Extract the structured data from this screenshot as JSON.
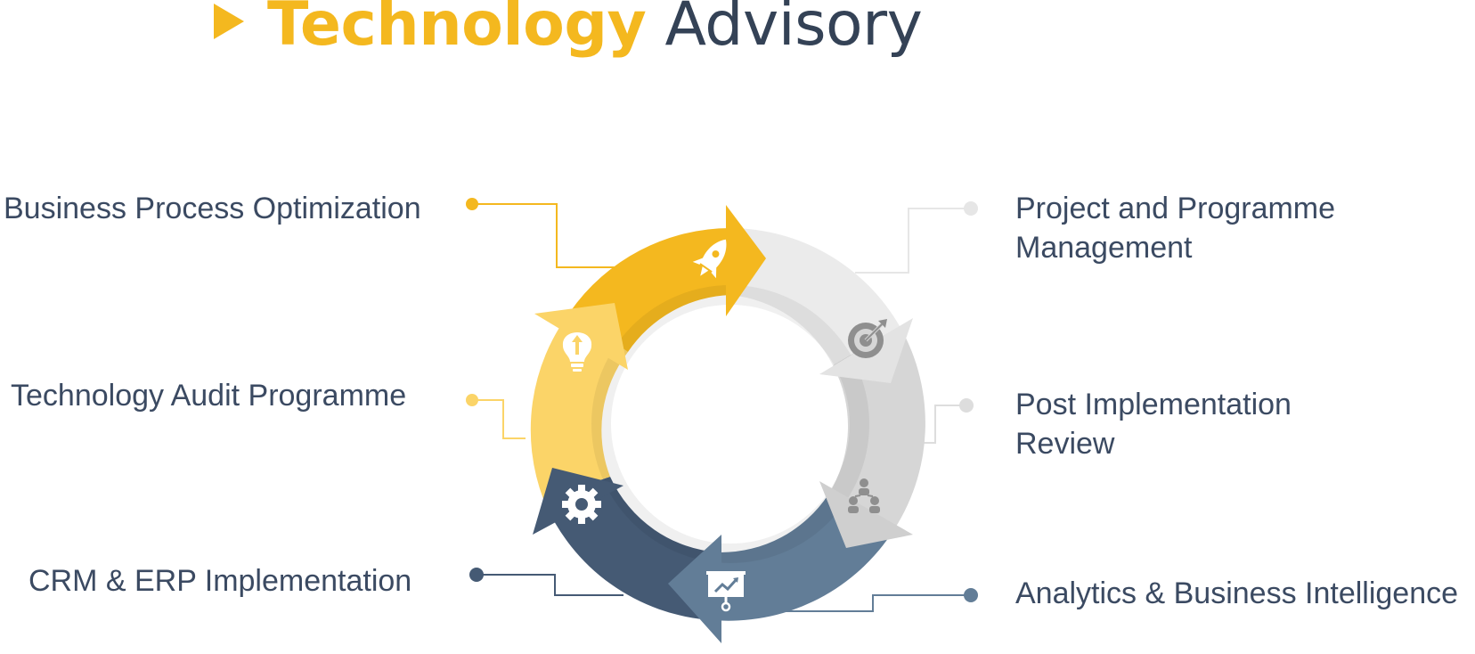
{
  "header": {
    "title_strong": "Technology",
    "title_light": "Advisory"
  },
  "colors": {
    "accent": "#f4b81f",
    "light_yellow": "#fbd468",
    "light_gray": "#ebebeb",
    "mid_gray": "#d6d6d6",
    "slate": "#627d97",
    "navy": "#455a74",
    "text": "#3b4a62"
  },
  "steps": [
    {
      "label": "Business Process Optimization",
      "icon": "rocket-icon"
    },
    {
      "label": "Project and Programme Management",
      "line1": "Project and Programme",
      "line2": "Management",
      "icon": "target-icon"
    },
    {
      "label": "Post Implementation Review",
      "line1": "Post Implementation",
      "line2": "Review",
      "icon": "team-icon"
    },
    {
      "label": "Analytics & Business Intelligence",
      "icon": "presentation-chart-icon"
    },
    {
      "label": "CRM & ERP Implementation",
      "icon": "gear-icon"
    },
    {
      "label": "Technology Audit Programme",
      "icon": "brain-bulb-icon"
    }
  ]
}
